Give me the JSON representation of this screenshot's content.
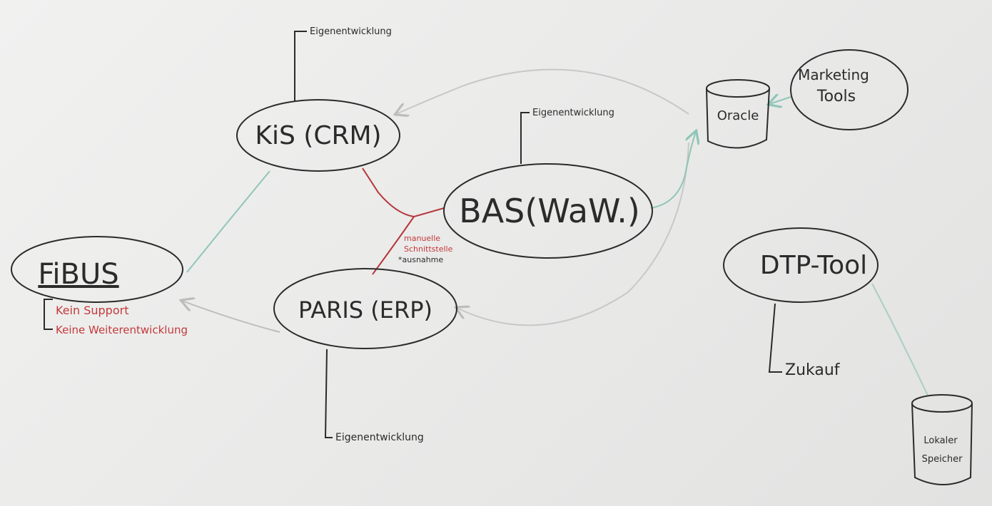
{
  "nodes": {
    "kis": {
      "label": "KiS (CRM)",
      "note": "Eigenentwicklung"
    },
    "bas": {
      "label": "BAS(WaW.)",
      "note": "Eigenentwicklung"
    },
    "paris": {
      "label": "PARIS (ERP)",
      "note": "Eigenentwicklung"
    },
    "fibus": {
      "label": "FiBUS",
      "notes": [
        "Kein Support",
        "Keine Weiterentwicklung"
      ]
    },
    "oracle": {
      "label": "Oracle"
    },
    "marketing": {
      "label_line1": "Marketing",
      "label_line2": "Tools"
    },
    "dtp": {
      "label": "DTP-Tool",
      "note": "Zukauf"
    },
    "local": {
      "label_line1": "Lokaler",
      "label_line2": "Speicher"
    }
  },
  "interface_note": {
    "line1": "manuelle",
    "line2": "Schnittstelle",
    "line3": "*ausnahme"
  },
  "colors": {
    "ink": "#2b2b2b",
    "red": "#c33a3a",
    "teal": "#8fc6b8",
    "gray": "#bdbdbd"
  }
}
